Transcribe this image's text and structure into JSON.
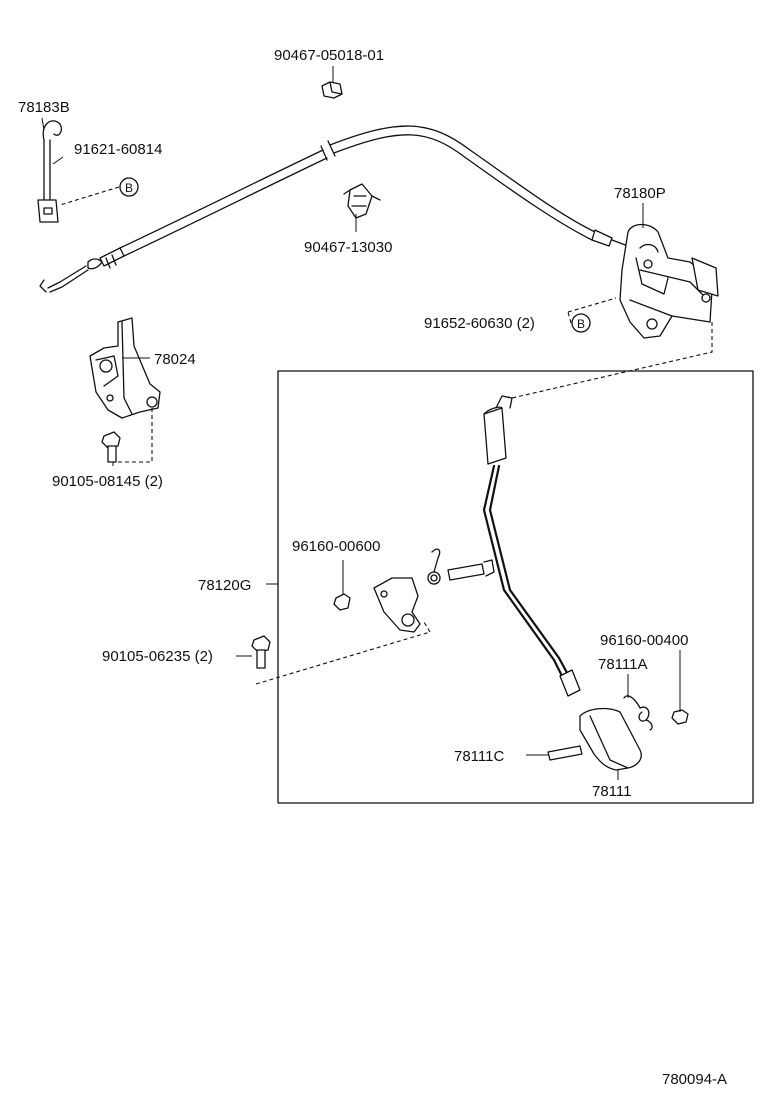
{
  "parts": [
    {
      "id": "p1",
      "label": "90467-05018-01"
    },
    {
      "id": "p2",
      "label": "78183B"
    },
    {
      "id": "p3",
      "label": "91621-60814"
    },
    {
      "id": "p4",
      "label": "78180P"
    },
    {
      "id": "p5",
      "label": "90467-13030"
    },
    {
      "id": "p6",
      "label": "91652-60630 (2)"
    },
    {
      "id": "p7",
      "label": "78024"
    },
    {
      "id": "p8",
      "label": "90105-08145 (2)"
    },
    {
      "id": "p9",
      "label": "96160-00600"
    },
    {
      "id": "p10",
      "label": "78120G"
    },
    {
      "id": "p11",
      "label": "96160-00400"
    },
    {
      "id": "p12",
      "label": "78111A"
    },
    {
      "id": "p13",
      "label": "90105-06235 (2)"
    },
    {
      "id": "p14",
      "label": "78111C"
    },
    {
      "id": "p15",
      "label": "78111"
    }
  ],
  "callouts": {
    "b1": "B",
    "b2": "B"
  },
  "diagram_code": "780094-A"
}
